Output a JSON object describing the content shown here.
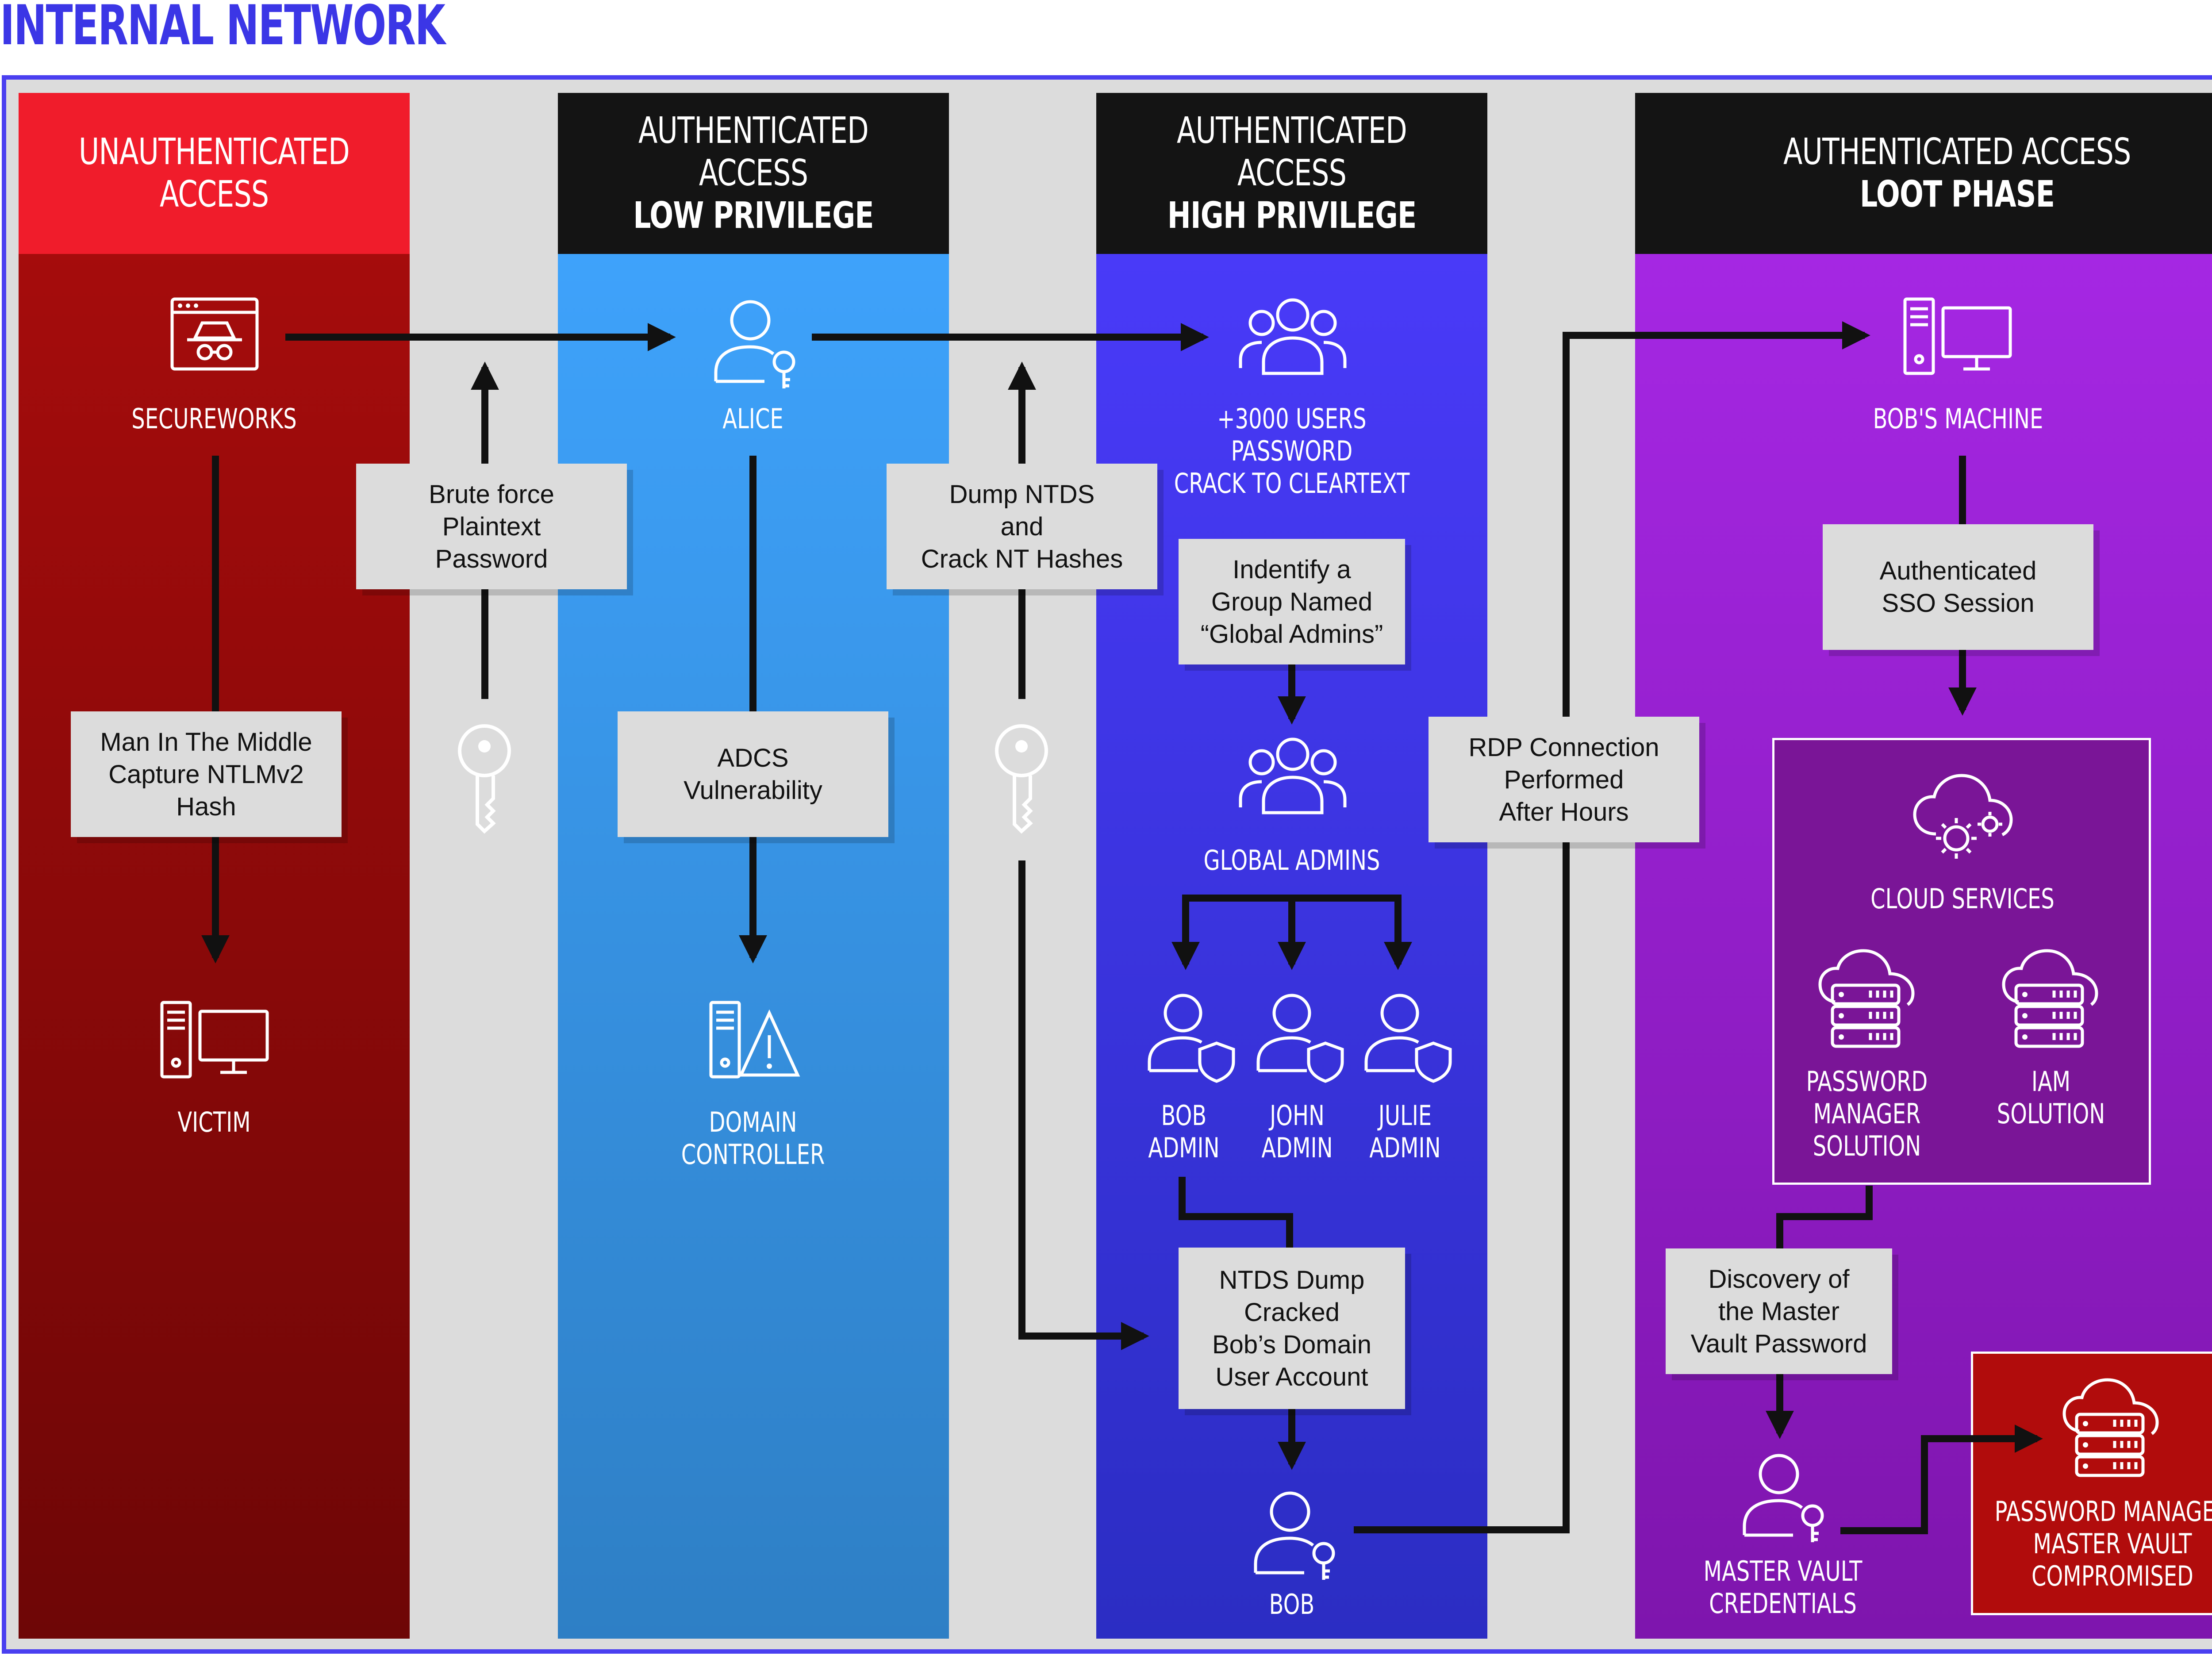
{
  "title": "INTERNAL NETWORK",
  "columns": [
    {
      "line1": "UNAUTHENTICATED",
      "line2": "ACCESS"
    },
    {
      "line1": "AUTHENTICATED ACCESS",
      "line2": "LOW PRIVILEGE"
    },
    {
      "line1": "AUTHENTICATED ACCESS",
      "line2": "HIGH PRIVILEGE"
    },
    {
      "line1": "AUTHENTICATED ACCESS",
      "line2": "LOOT PHASE"
    }
  ],
  "nodes": {
    "secureworks": "SECUREWORKS",
    "victim": "VICTIM",
    "alice": "ALICE",
    "domain_controller": [
      "DOMAIN",
      "CONTROLLER"
    ],
    "users": [
      "+3000 USERS",
      "PASSWORD",
      "CRACK TO CLEARTEXT"
    ],
    "global_admins": "GLOBAL ADMINS",
    "bob_admin": [
      "BOB",
      "ADMIN"
    ],
    "john_admin": [
      "JOHN",
      "ADMIN"
    ],
    "julie_admin": [
      "JULIE",
      "ADMIN"
    ],
    "bob": "BOB",
    "bobs_machine": "BOB'S MACHINE",
    "cloud_services": "CLOUD SERVICES",
    "password_manager": [
      "PASSWORD",
      "MANAGER",
      "SOLUTION"
    ],
    "iam": [
      "IAM",
      "SOLUTION"
    ],
    "master_vault": [
      "MASTER VAULT",
      "CREDENTIALS"
    ],
    "compromised": [
      "PASSWORD MANAGER",
      "MASTER VAULT",
      "COMPROMISED"
    ]
  },
  "steps": {
    "mitm": "Man In The Middle\nCapture NTLMv2\nHash",
    "brute_force": "Brute force\nPlaintext\nPassword",
    "adcs": "ADCS\nVulnerability",
    "dump_ntds": "Dump NTDS\nand\nCrack NT Hashes",
    "identify_group": "Indentify a\nGroup Named\n“Global Admins”",
    "ntds_cracked": "NTDS Dump\nCracked\nBob’s Domain\nUser Account",
    "rdp": "RDP Connection\nPerformed\nAfter Hours",
    "sso": "Authenticated\nSSO Session",
    "discovery": "Discovery of\nthe Master\nVault Password"
  },
  "colors": {
    "title": "#3b36e6",
    "unauth_header": "#f01c2b",
    "unauth_body": "#a50c0c",
    "low_priv": "#3ea2fb",
    "high_priv": "#493af8",
    "loot": "#a527e3",
    "compromised": "#b10c0c"
  },
  "icons": [
    "spy-browser-icon",
    "computer-icon",
    "user-key-icon",
    "server-warning-icon",
    "user-group-icon",
    "user-shield-icon",
    "cloud-gear-icon",
    "cloud-server-icon",
    "key-icon"
  ]
}
